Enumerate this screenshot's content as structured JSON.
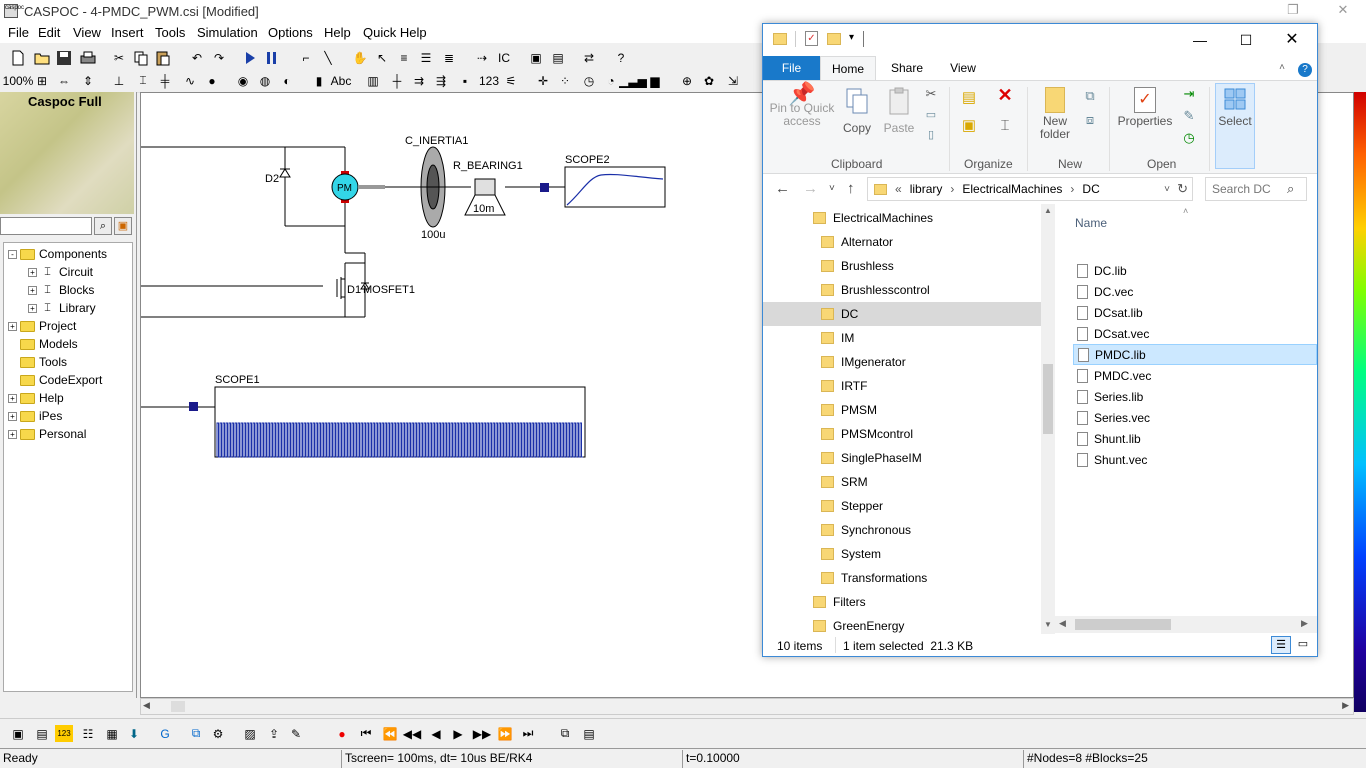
{
  "app": {
    "title": "CASPOC - 4-PMDC_PWM.csi [Modified]",
    "icon_label": "caspoc"
  },
  "menu": [
    "File",
    "Edit",
    "View",
    "Insert",
    "Tools",
    "Simulation",
    "Options",
    "Help",
    "Quick Help"
  ],
  "left_panel": {
    "header": "Caspoc Full",
    "tree": [
      {
        "label": "Components",
        "expand": "-",
        "indent": 0
      },
      {
        "label": "Circuit",
        "expand": "+",
        "indent": 1
      },
      {
        "label": "Blocks",
        "expand": "+",
        "indent": 1
      },
      {
        "label": "Library",
        "expand": "+",
        "indent": 1
      },
      {
        "label": "Project",
        "expand": "+",
        "indent": 0
      },
      {
        "label": "Models",
        "expand": "",
        "indent": 0
      },
      {
        "label": "Tools",
        "expand": "",
        "indent": 0
      },
      {
        "label": "CodeExport",
        "expand": "",
        "indent": 0
      },
      {
        "label": "Help",
        "expand": "+",
        "indent": 0
      },
      {
        "label": "iPes",
        "expand": "+",
        "indent": 0
      },
      {
        "label": "Personal",
        "expand": "+",
        "indent": 0
      }
    ]
  },
  "circuit": {
    "labels": {
      "d2": "D2",
      "pm": "PM",
      "c_inertia": "C_INERTIA1",
      "inertia_value": "100u",
      "r_bearing": "R_BEARING1",
      "bearing_value": "10m",
      "scope2": "SCOPE2",
      "d1": "D1",
      "mosfet": "MOSFET1",
      "scope1": "SCOPE1"
    }
  },
  "status": {
    "ready": "Ready",
    "tscreen": "Tscreen= 100ms, dt= 10us BE/RK4",
    "time": "t=0.10000",
    "counts": "#Nodes=8 #Blocks=25"
  },
  "explorer": {
    "tabs": {
      "file": "File",
      "home": "Home",
      "share": "Share",
      "view": "View"
    },
    "ribbon": {
      "pin": "Pin to Quick access",
      "copy": "Copy",
      "paste": "Paste",
      "new_folder": "New folder",
      "properties": "Properties",
      "select": "Select",
      "groups": {
        "clipboard": "Clipboard",
        "organize": "Organize",
        "new": "New",
        "open": "Open"
      }
    },
    "address": {
      "prefix": "«",
      "crumbs": [
        "library",
        "ElectricalMachines",
        "DC"
      ]
    },
    "search_placeholder": "Search DC",
    "nav_items": [
      {
        "label": "ElectricalMachines",
        "indent": 0,
        "selected": false
      },
      {
        "label": "Alternator",
        "indent": 1,
        "selected": false
      },
      {
        "label": "Brushless",
        "indent": 1,
        "selected": false
      },
      {
        "label": "Brushlesscontrol",
        "indent": 1,
        "selected": false
      },
      {
        "label": "DC",
        "indent": 1,
        "selected": true
      },
      {
        "label": "IM",
        "indent": 1,
        "selected": false
      },
      {
        "label": "IMgenerator",
        "indent": 1,
        "selected": false
      },
      {
        "label": "IRTF",
        "indent": 1,
        "selected": false
      },
      {
        "label": "PMSM",
        "indent": 1,
        "selected": false
      },
      {
        "label": "PMSMcontrol",
        "indent": 1,
        "selected": false
      },
      {
        "label": "SinglePhaseIM",
        "indent": 1,
        "selected": false
      },
      {
        "label": "SRM",
        "indent": 1,
        "selected": false
      },
      {
        "label": "Stepper",
        "indent": 1,
        "selected": false
      },
      {
        "label": "Synchronous",
        "indent": 1,
        "selected": false
      },
      {
        "label": "System",
        "indent": 1,
        "selected": false
      },
      {
        "label": "Transformations",
        "indent": 1,
        "selected": false
      },
      {
        "label": "Filters",
        "indent": 0,
        "selected": false
      },
      {
        "label": "GreenEnergy",
        "indent": 0,
        "selected": false
      }
    ],
    "column_name": "Name",
    "files": [
      {
        "name": "DC.lib",
        "selected": false
      },
      {
        "name": "DC.vec",
        "selected": false
      },
      {
        "name": "DCsat.lib",
        "selected": false
      },
      {
        "name": "DCsat.vec",
        "selected": false
      },
      {
        "name": "PMDC.lib",
        "selected": true
      },
      {
        "name": "PMDC.vec",
        "selected": false
      },
      {
        "name": "Series.lib",
        "selected": false
      },
      {
        "name": "Series.vec",
        "selected": false
      },
      {
        "name": "Shunt.lib",
        "selected": false
      },
      {
        "name": "Shunt.vec",
        "selected": false
      }
    ],
    "status": {
      "items": "10 items",
      "selected": "1 item selected  21.3 KB"
    }
  },
  "colors": {
    "accent": "#1979ca",
    "scope_wave": "#1a2fa8",
    "motor": "#33d6e8",
    "selection": "#cce8ff"
  }
}
